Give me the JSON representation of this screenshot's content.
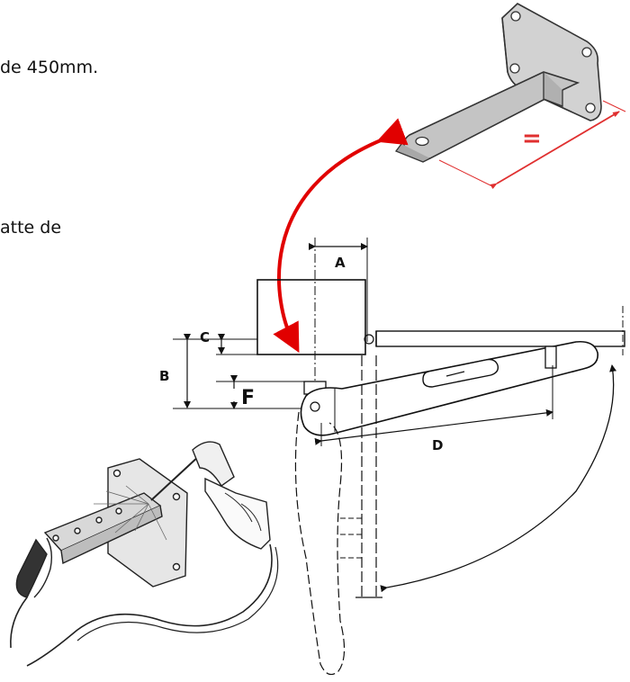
{
  "text": {
    "line1": "de 450mm.",
    "line2": "atte de"
  },
  "labels": {
    "a": "A",
    "b": "B",
    "c": "C",
    "d": "D",
    "f": "F",
    "equal": "="
  },
  "colors": {
    "arrow": "#e10000",
    "dimension": "#e03030",
    "line": "#111111",
    "metal": "#c8c8c8"
  }
}
